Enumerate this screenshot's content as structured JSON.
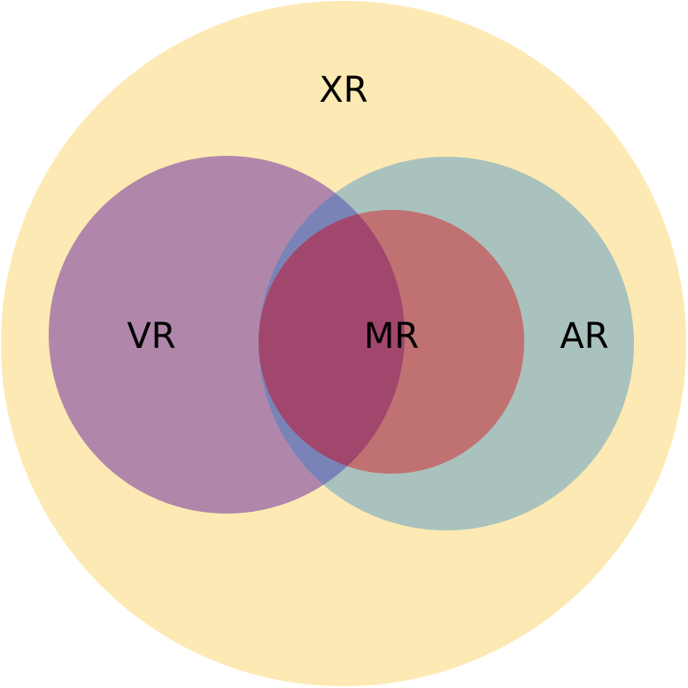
{
  "diagram": {
    "sets": {
      "xr": {
        "label": "XR",
        "color": "#fde9b3"
      },
      "vr": {
        "label": "VR",
        "color": "#b087ab"
      },
      "ar": {
        "label": "AR",
        "color": "#a9c2bd"
      },
      "mr": {
        "label": "MR",
        "color": "#c07171"
      }
    },
    "overlap_colors": {
      "vr_ar": "#7a83b8",
      "vr_mr": "#a1476d"
    }
  }
}
